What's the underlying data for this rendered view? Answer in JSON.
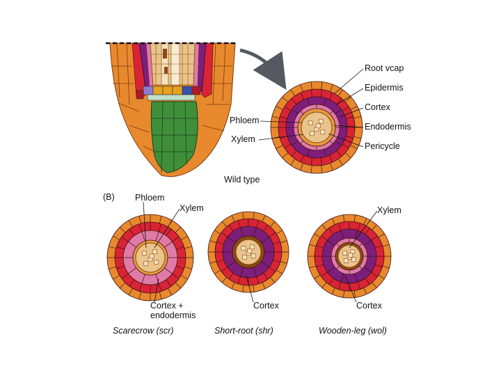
{
  "labels": {
    "root_cap": "Root vcap",
    "epidermis": "Epidermis",
    "cortex": "Cortex",
    "endodermis": "Endodermis",
    "pericycle": "Pericycle",
    "phloem": "Phloem",
    "xylem": "Xylem",
    "wild_type": "Wild type",
    "panel_b": "(B)",
    "scr_phloem": "Phloem",
    "scr_xylem": "Xylem",
    "scr_cortex": "Cortex +\nendodermis",
    "shr_cortex": "Cortex",
    "wol_xylem": "Xylem",
    "wol_cortex": "Cortex"
  },
  "captions": {
    "scarecrow": "Scarecrow (scr)",
    "short_root": "Short-root (shr)",
    "wooden_leg": "Wooden-leg (wol)"
  },
  "colors": {
    "outer_orange": "#e8892e",
    "epidermis_red": "#d82435",
    "cortex_purple": "#7d1f7a",
    "endodermis_pink": "#e07aa6",
    "pericycle_orange": "#e89a3a",
    "stele_tan": "#e9c48c",
    "stele_brown": "#8a4a12",
    "cap_green": "#3f8f3a",
    "arrow_gray": "#555a60"
  }
}
